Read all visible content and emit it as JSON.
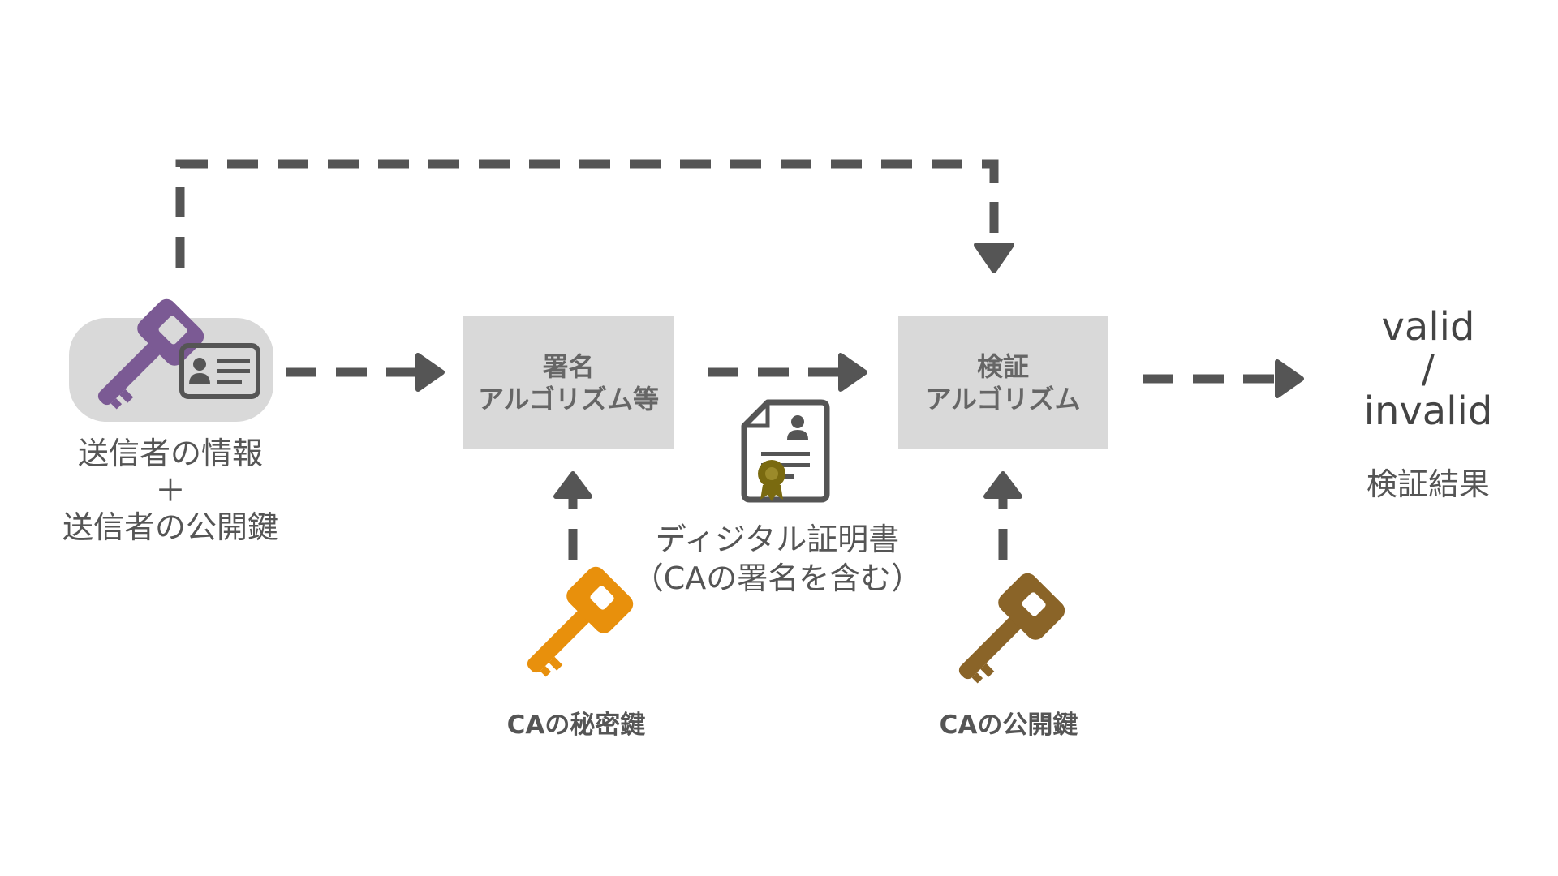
{
  "sender": {
    "label_line1": "送信者の情報",
    "label_line2": "＋",
    "label_line3": "送信者の公開鍵",
    "key_icon": "key-icon",
    "card_icon": "id-card-icon",
    "key_color": "#7b5a94",
    "card_color": "#555555",
    "pill_color": "#d9d9d9"
  },
  "signing_box": {
    "line1": "署名",
    "line2": "アルゴリズム等"
  },
  "verify_box": {
    "line1": "検証",
    "line2": "アルゴリズム"
  },
  "certificate": {
    "label_line1": "ディジタル証明書",
    "label_line2": "（CAの署名を含む）",
    "icon": "certificate-icon",
    "seal_color": "#7a6a10"
  },
  "ca_private_key": {
    "label": "CAの秘密鍵",
    "icon": "key-icon",
    "color": "#e8900c"
  },
  "ca_public_key": {
    "label": "CAの公開鍵",
    "icon": "key-icon",
    "color": "#8a6428"
  },
  "result": {
    "valid": "valid",
    "slash": "/",
    "invalid": "invalid",
    "caption": "検証結果"
  },
  "colors": {
    "arrow": "#555555",
    "box": "#d9d9d9",
    "text": "#555555"
  }
}
